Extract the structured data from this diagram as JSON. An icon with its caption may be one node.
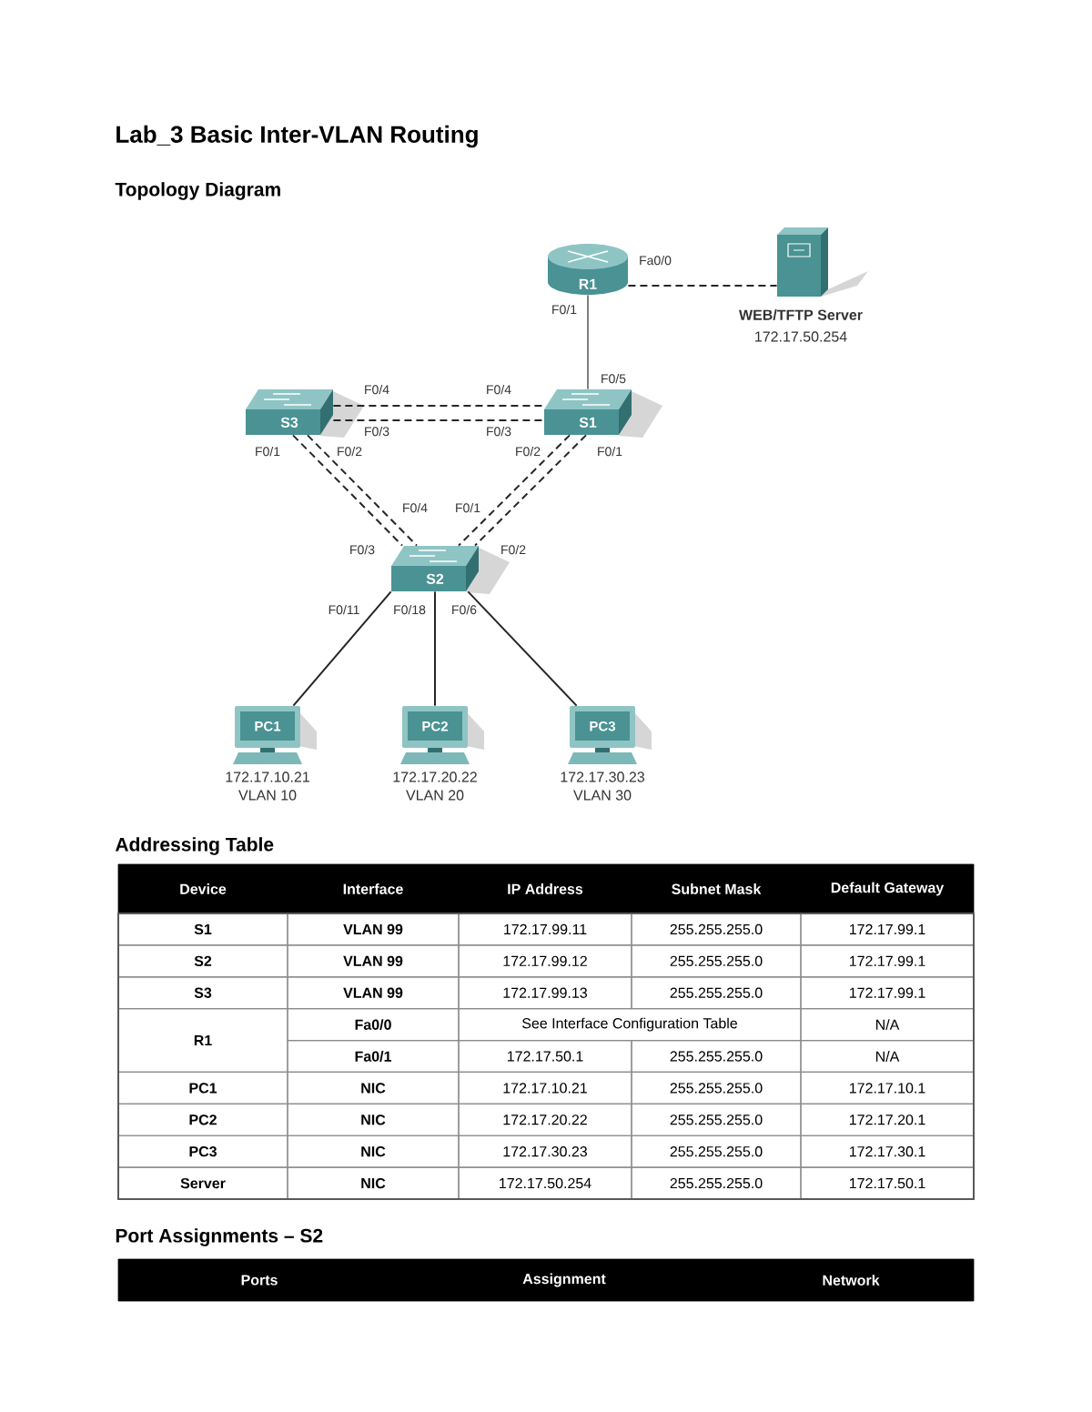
{
  "diagram": {
    "title": "Lab_3 Basic Inter-VLAN Routing",
    "nodes": [
      {
        "text": [
          "R1"
        ],
        "beside": [
          "Fa0/0",
          "F0/1"
        ]
      },
      {
        "text": [],
        "shape": "picture",
        "beside": [
          "WEB/TFTP Server",
          "172.17.50.254"
        ]
      },
      {
        "text": [
          "S3"
        ],
        "beside": [
          "F0/4",
          "F0/3",
          "F0/1",
          "F0/2"
        ]
      },
      {
        "text": [
          "S1"
        ],
        "beside": [
          "F0/5",
          "F0/4",
          "F0/3",
          "F0/2",
          "F0/1"
        ]
      },
      {
        "text": [
          "S2"
        ],
        "beside": [
          "F0/4",
          "F0/1",
          "F0/3",
          "F0/2",
          "F0/11",
          "F0/18",
          "F0/6"
        ]
      },
      {
        "text": [
          "PC1"
        ],
        "beside": [
          "172.17.10.21",
          "VLAN 10"
        ]
      },
      {
        "text": [
          "PC2"
        ],
        "beside": [
          "172.17.20.22",
          "VLAN 20"
        ]
      },
      {
        "text": [
          "PC3"
        ],
        "beside": [
          "172.17.30.23",
          "VLAN 30"
        ]
      }
    ],
    "edges": [
      {
        "from": 0,
        "to": 1,
        "arrow": "none",
        "style": "dashed"
      },
      {
        "from": 0,
        "to": 3,
        "arrow": "none",
        "color": "#808080"
      },
      {
        "from": 2,
        "to": 3,
        "arrow": "none",
        "style": "dashed"
      },
      {
        "from": 2,
        "to": 3,
        "arrow": "none",
        "style": "dashed"
      },
      {
        "from": 2,
        "to": 4,
        "arrow": "none",
        "style": "dashed"
      },
      {
        "from": 2,
        "to": 4,
        "arrow": "none",
        "style": "dashed"
      },
      {
        "from": 3,
        "to": 4,
        "arrow": "none",
        "style": "dashed"
      },
      {
        "from": 3,
        "to": 4,
        "arrow": "none",
        "style": "dashed"
      },
      {
        "from": 4,
        "to": 5,
        "arrow": "none"
      },
      {
        "from": 4,
        "to": 6,
        "arrow": "none"
      },
      {
        "from": 4,
        "to": 7,
        "arrow": "none"
      }
    ],
    "labels": [
      "Topology Diagram",
      "Addressing Table",
      "Device",
      "Interface",
      "IP Address",
      "Subnet Mask",
      "Default Gateway",
      "S1",
      "VLAN 99",
      "172.17.99.11",
      "255.255.255.0",
      "172.17.99.1",
      "S2",
      "VLAN 99",
      "172.17.99.12",
      "255.255.255.0",
      "172.17.99.1",
      "S3",
      "VLAN 99",
      "172.17.99.13",
      "255.255.255.0",
      "172.17.99.1",
      "R1",
      "Fa0/0",
      "See Interface Configuration Table",
      "N/A",
      "Fa0/1",
      "172.17.50.1",
      "255.255.255.0",
      "N/A",
      "PC1",
      "NIC",
      "172.17.10.21",
      "255.255.255.0",
      "172.17.10.1",
      "PC2",
      "NIC",
      "172.17.20.22",
      "255.255.255.0",
      "172.17.20.1",
      "PC3",
      "NIC",
      "172.17.30.23",
      "255.255.255.0",
      "172.17.30.1",
      "Server",
      "NIC",
      "172.17.50.254",
      "255.255.255.0",
      "172.17.50.1",
      "Port Assignments – S2",
      "Ports",
      "Assignment",
      "Network"
    ]
  }
}
